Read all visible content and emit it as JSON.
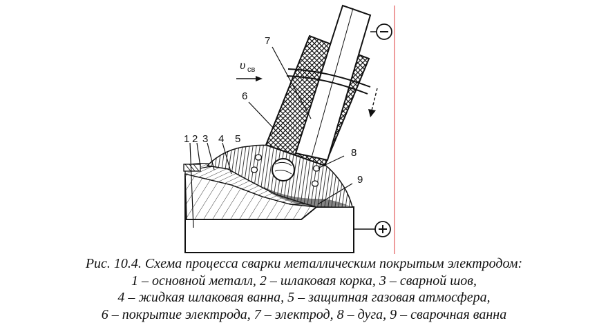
{
  "figure": {
    "labels": {
      "n1": "1",
      "n2": "2",
      "n3": "3",
      "n4": "4",
      "n5": "5",
      "n6": "6",
      "n7": "7",
      "n8": "8",
      "n9": "9",
      "velocity_symbol": "υ",
      "velocity_subscript": "св",
      "minus": "−",
      "plus": "+"
    }
  },
  "caption": {
    "line1": "Рис. 10.4. Схема процесса сварки металлическим покрытым электродом:",
    "line2": "1 – основной металл, 2 – шлаковая корка, 3 – сварной шов,",
    "line3": "4 – жидкая шлаковая ванна, 5 – защитная газовая атмосфера,",
    "line4": "6 – покрытие электрода, 7 – электрод, 8 – дуга, 9 – сварочная ванна"
  }
}
